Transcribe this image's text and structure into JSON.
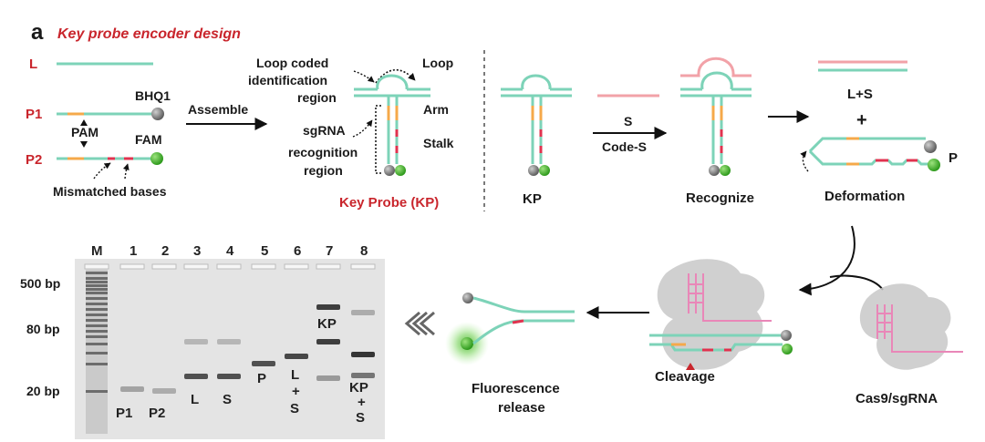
{
  "panel": {
    "letter": "a",
    "title": "Key probe encoder design"
  },
  "colors": {
    "strand": "#7dd3b8",
    "pam": "#f5a94a",
    "mismatch": "#e0334f",
    "code": "#f2a2a8",
    "label_red": "#c9252c",
    "fam": "#43b02a",
    "bhq": "#8a8a8a",
    "cas9": "#c4c4c4",
    "sgrna": "#e987b8"
  },
  "assemble": {
    "l_label": "L",
    "p1_label": "P1",
    "p2_label": "P2",
    "bhq1": "BHQ1",
    "pam": "PAM",
    "fam": "FAM",
    "mismatched": "Mismatched bases",
    "arrow": "Assemble"
  },
  "kp_design": {
    "loop_coded_line1": "Loop coded",
    "loop_coded_line2": "identification",
    "loop_coded_line3": "region",
    "loop": "Loop",
    "arm": "Arm",
    "stalk": "Stalk",
    "sgrna_line1": "sgRNA",
    "sgrna_line2": "recognition",
    "sgrna_line3": "region",
    "caption": "Key Probe (KP)"
  },
  "workflow": {
    "kp": "KP",
    "s": "S",
    "code_s": "Code-S",
    "recognize": "Recognize",
    "ls": "L+S",
    "plus": "+",
    "p": "P",
    "deformation": "Deformation",
    "cleavage": "Cleavage",
    "cas9": "Cas9/sgRNA",
    "fluor_line1": "Fluorescence",
    "fluor_line2": "release"
  },
  "gel": {
    "lanes": [
      "M",
      "1",
      "2",
      "3",
      "4",
      "5",
      "6",
      "7",
      "8"
    ],
    "markers": [
      "500 bp",
      "80 bp",
      "20 bp"
    ],
    "lane_labels": [
      {
        "lane": "1",
        "lines": [
          "P1"
        ],
        "red": false
      },
      {
        "lane": "2",
        "lines": [
          "P2"
        ],
        "red": false
      },
      {
        "lane": "3",
        "lines": [
          "L"
        ],
        "red": false
      },
      {
        "lane": "4",
        "lines": [
          "S"
        ],
        "red": false
      },
      {
        "lane": "5",
        "lines": [
          "P"
        ],
        "red": false
      },
      {
        "lane": "6",
        "lines": [
          "L",
          "+",
          "S"
        ],
        "red": false
      },
      {
        "lane": "8",
        "lines": [
          "KP",
          "+",
          "S"
        ],
        "red": true
      }
    ],
    "kp_band_label": "KP"
  }
}
